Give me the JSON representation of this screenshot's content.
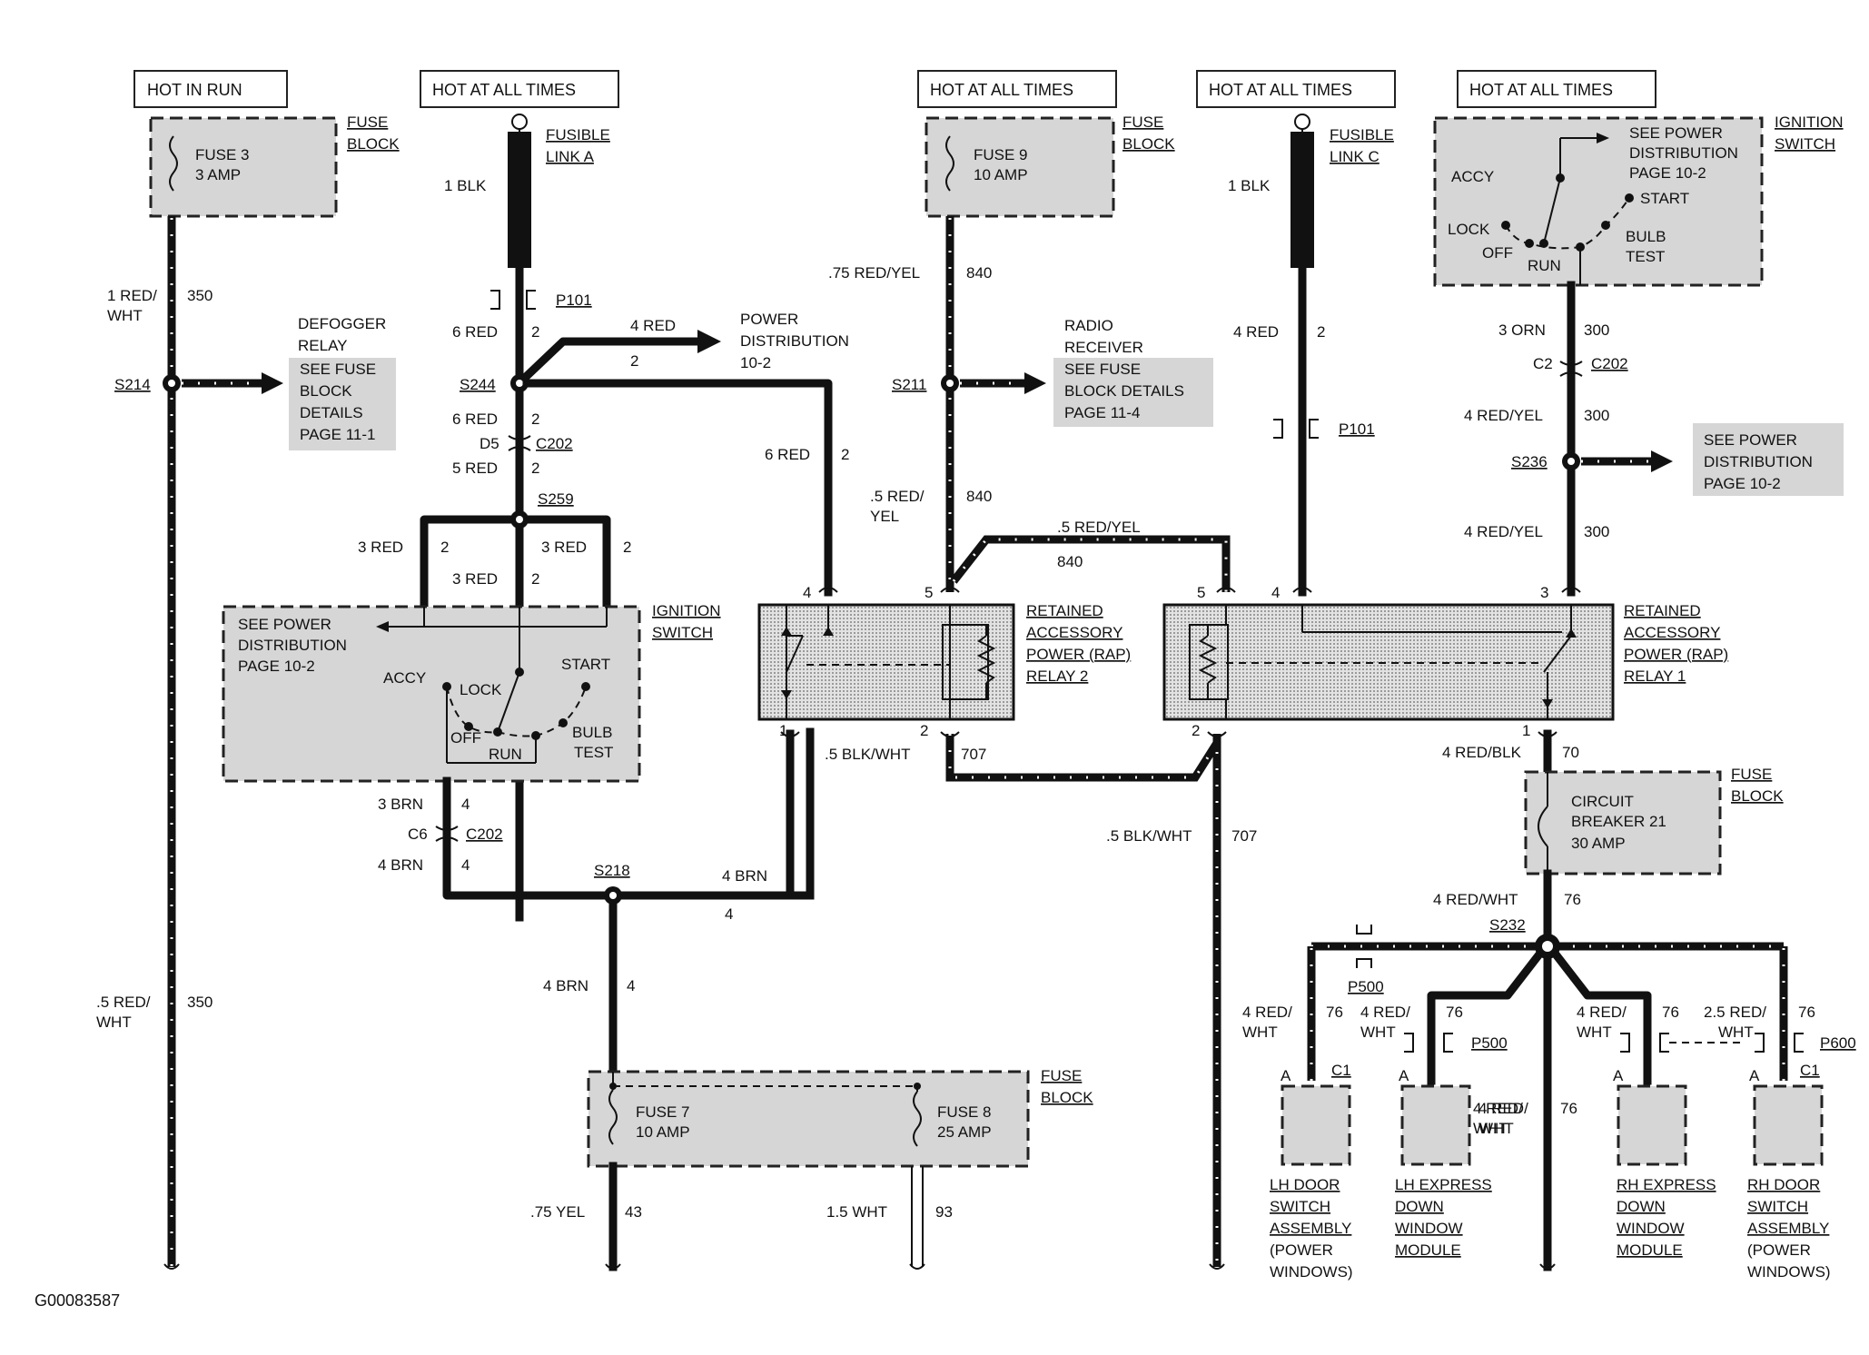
{
  "diagram_id": "G00083587",
  "hot": {
    "run": "HOT IN RUN",
    "all1": "HOT AT ALL TIMES",
    "all2": "HOT AT ALL TIMES",
    "all3": "HOT AT ALL TIMES",
    "all4": "HOT AT ALL TIMES"
  },
  "fuse_block_label_1": "FUSE",
  "fuse_block_label_2": "BLOCK",
  "fusible_label_1": "FUSIBLE",
  "fusible_a": "LINK A",
  "fusible_c": "LINK C",
  "fuse3": {
    "name": "FUSE 3",
    "rating": "3 AMP"
  },
  "fuse9": {
    "name": "FUSE 9",
    "rating": "10 AMP"
  },
  "fuse7": {
    "name": "FUSE 7",
    "rating": "10 AMP"
  },
  "fuse8": {
    "name": "FUSE 8",
    "rating": "25 AMP"
  },
  "breaker": {
    "line1": "CIRCUIT",
    "line2": "BREAKER 21",
    "line3": "30 AMP"
  },
  "ignition": {
    "title1": "IGNITION",
    "title2": "SWITCH",
    "see1": "SEE POWER",
    "see2": "DISTRIBUTION",
    "see3": "PAGE 10-2",
    "accy": "ACCY",
    "lock": "LOCK",
    "off": "OFF",
    "run": "RUN",
    "start": "START",
    "bulb": "BULB",
    "test": "TEST"
  },
  "defogger": {
    "title1": "DEFOGGER",
    "title2": "RELAY",
    "l1": "SEE FUSE",
    "l2": "BLOCK",
    "l3": "DETAILS",
    "l4": "PAGE 11-1"
  },
  "radio": {
    "title1": "RADIO",
    "title2": "RECEIVER",
    "l1": "SEE FUSE",
    "l2": "BLOCK DETAILS",
    "l3": "PAGE 11-4"
  },
  "power_dist": {
    "l1": "POWER",
    "l2": "DISTRIBUTION",
    "l3": "10-2"
  },
  "see_pd_right": {
    "l1": "SEE POWER",
    "l2": "DISTRIBUTION",
    "l3": "PAGE 10-2"
  },
  "rap2": {
    "l1": "RETAINED",
    "l2": "ACCESSORY",
    "l3": "POWER (RAP)",
    "l4": "RELAY 2"
  },
  "rap1": {
    "l1": "RETAINED",
    "l2": "ACCESSORY",
    "l3": "POWER (RAP)",
    "l4": "RELAY 1"
  },
  "splices": {
    "s214": "S214",
    "s244": "S244",
    "s259": "S259",
    "s211": "S211",
    "s236": "S236",
    "s218": "S218",
    "s232": "S232"
  },
  "connectors": {
    "p101": "P101",
    "p101b": "P101",
    "c202": "C202",
    "d5": "D5",
    "c6": "C6",
    "c202b": "C202",
    "c202c": "C202",
    "c2": "C2",
    "p500": "P500",
    "p500b": "P500",
    "p600": "P600",
    "c1": "C1",
    "c1b": "C1",
    "a": "A"
  },
  "wires": {
    "w1redwht": "1 RED/",
    "wht": "WHT",
    "w350": "350",
    "w1blk": "1 BLK",
    "w6red": "6 RED",
    "w2": "2",
    "w4red": "4 RED",
    "w5red": "5 RED",
    "w3red": "3 RED",
    "w3brn": "3 BRN",
    "w4": "4",
    "w4brn": "4 BRN",
    "w75redyel": ".75 RED/YEL",
    "w840": "840",
    "w5redsl": ".5 RED/",
    "yel": "YEL",
    "w5redyel": ".5 RED/YEL",
    "w5blkwht": ".5 BLK/WHT",
    "w707": "707",
    "w3orn": "3 ORN",
    "w300": "300",
    "w4redyel": "4 RED/YEL",
    "w4redblk": "4 RED/BLK",
    "w70": "70",
    "w4redwht": "4 RED/WHT",
    "w76": "76",
    "w4redsl": "4 RED/",
    "w25redsl": "2.5 RED/",
    "w75yel": ".75 YEL",
    "w43": "43",
    "w15wht": "1.5 WHT",
    "w93": "93",
    "p1": "1",
    "p2": "2",
    "p3": "3",
    "p4": "4",
    "p5": "5"
  },
  "modules": {
    "lh_door": [
      "LH DOOR",
      "SWITCH",
      "ASSEMBLY",
      "(POWER",
      "WINDOWS)"
    ],
    "lh_express": [
      "LH EXPRESS",
      "DOWN",
      "WINDOW",
      "MODULE"
    ],
    "rh_express": [
      "RH EXPRESS",
      "DOWN",
      "WINDOW",
      "MODULE"
    ],
    "rh_door": [
      "RH DOOR",
      "SWITCH",
      "ASSEMBLY",
      "(POWER",
      "WINDOWS)"
    ]
  }
}
